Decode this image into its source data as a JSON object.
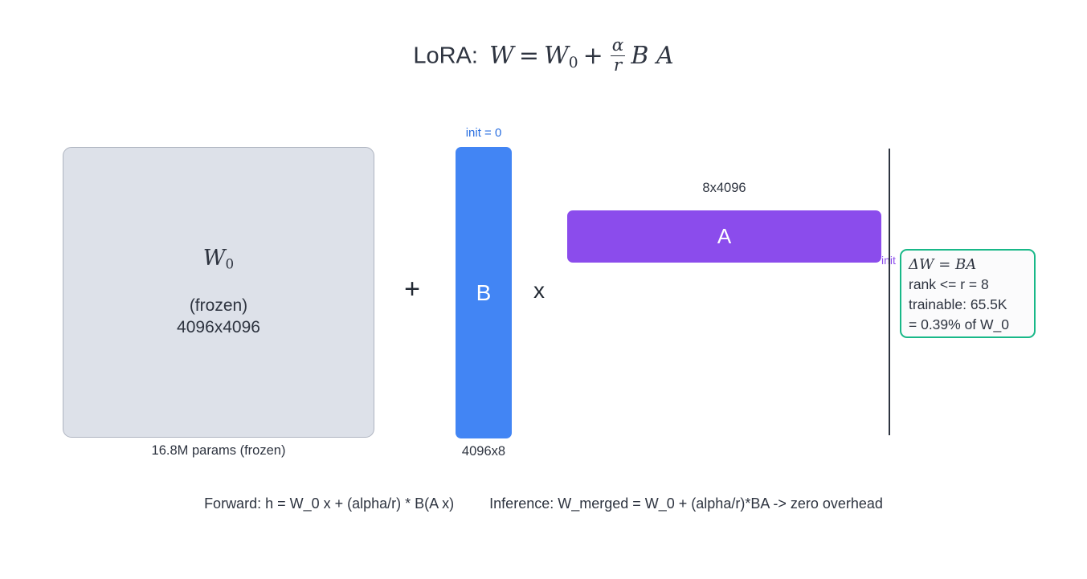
{
  "title": {
    "label": "LoRA:",
    "equation_plain": "W = W_0 + (alpha/r) B A",
    "lhs": "W",
    "equals": "=",
    "w0_base": "W",
    "w0_sub": "0",
    "plus": "+",
    "frac_num": "α",
    "frac_den": "r",
    "factors": "B A"
  },
  "base_matrix": {
    "symbol_base": "W",
    "symbol_sub": "0",
    "frozen_note": "(frozen)",
    "dims": "4096x4096",
    "caption": "16.8M params (frozen)",
    "fill_color": "#dde1e9",
    "border_color": "#aeb4c0"
  },
  "operators": {
    "plus": "+",
    "times": "x"
  },
  "b_matrix": {
    "label": "B",
    "init_note": "init = 0",
    "dims": "4096x8",
    "fill_color": "#4285f4",
    "init_color": "#2a6fe0"
  },
  "a_matrix": {
    "label": "A",
    "dims": "8x4096",
    "init_note": "init",
    "fill_color": "#8b4cec",
    "init_color": "#8b4cec"
  },
  "info_box": {
    "line1": "ΔW = BA",
    "line2": "rank <= r = 8",
    "line3": "trainable: 65.5K",
    "line4": "= 0.39% of W_0",
    "border_color": "#18b888",
    "fill_color": "#fbfbfc"
  },
  "footer": {
    "forward": "Forward:  h = W_0 x + (alpha/r) * B(A x)",
    "inference": "Inference:  W_merged = W_0 + (alpha/r)*BA  -> zero overhead"
  }
}
